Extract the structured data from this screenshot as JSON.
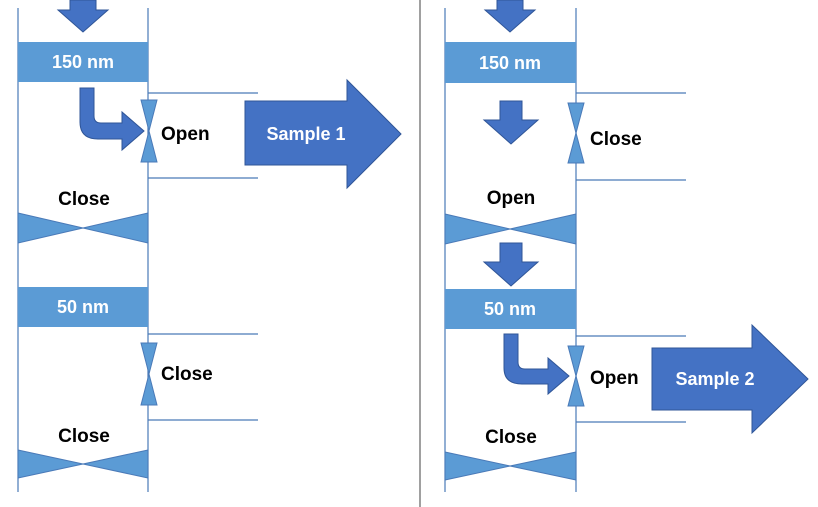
{
  "colors": {
    "line": "#4a7ab8",
    "filter_fill": "#5b9bd5",
    "valve_fill": "#5b9bd5",
    "arrow_fill": "#4472c4",
    "arrow_stroke": "#2f5597",
    "divider": "#404040"
  },
  "left_panel": {
    "filter_top": "150 nm",
    "valve_right_top_state": "Open",
    "valve_bottom_1_state": "Close",
    "filter_bottom": "50 nm",
    "valve_right_bottom_state": "Close",
    "valve_bottom_2_state": "Close",
    "output_arrow": "Sample 1"
  },
  "right_panel": {
    "filter_top": "150 nm",
    "valve_right_top_state": "Close",
    "valve_bottom_1_state": "Open",
    "filter_bottom": "50 nm",
    "valve_right_bottom_state": "Open",
    "valve_bottom_2_state": "Close",
    "output_arrow": "Sample 2"
  }
}
